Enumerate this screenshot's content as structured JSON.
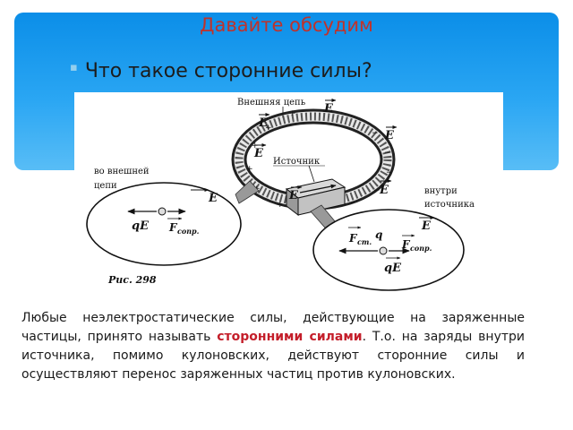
{
  "slide": {
    "title": "Давайте обсудим",
    "question": "Что такое сторонние силы?",
    "bullet_icon": "square-bullet"
  },
  "figure": {
    "label_outer_circuit": "Внешняя цепь",
    "label_source": "Источник",
    "label_outside_line1": "во внешней",
    "label_outside_line2": "цепи",
    "label_inside_line1": "внутри",
    "label_inside_line2": "источника",
    "vec_e": "E",
    "charge_force_left": "qE",
    "f_symbol": "F",
    "f_resist_sub": "сопр.",
    "f_ext_sub": "ст.",
    "charge_q": "q",
    "charge_force_right": "qE",
    "caption": "Рис. 298"
  },
  "body": {
    "text_before": "Любые неэлектростатические силы, действующие на заряженные частицы, принято называть ",
    "highlight": "сторонними силами",
    "text_after": ". Т.о. на заряды внутри источника, помимо кулоновских, действуют сторонние силы и осуществляют перенос заряженных частиц против кулоновских."
  },
  "colors": {
    "header_band": "#0b8ee8",
    "title": "#c0322a",
    "highlight": "#c41e2a"
  }
}
